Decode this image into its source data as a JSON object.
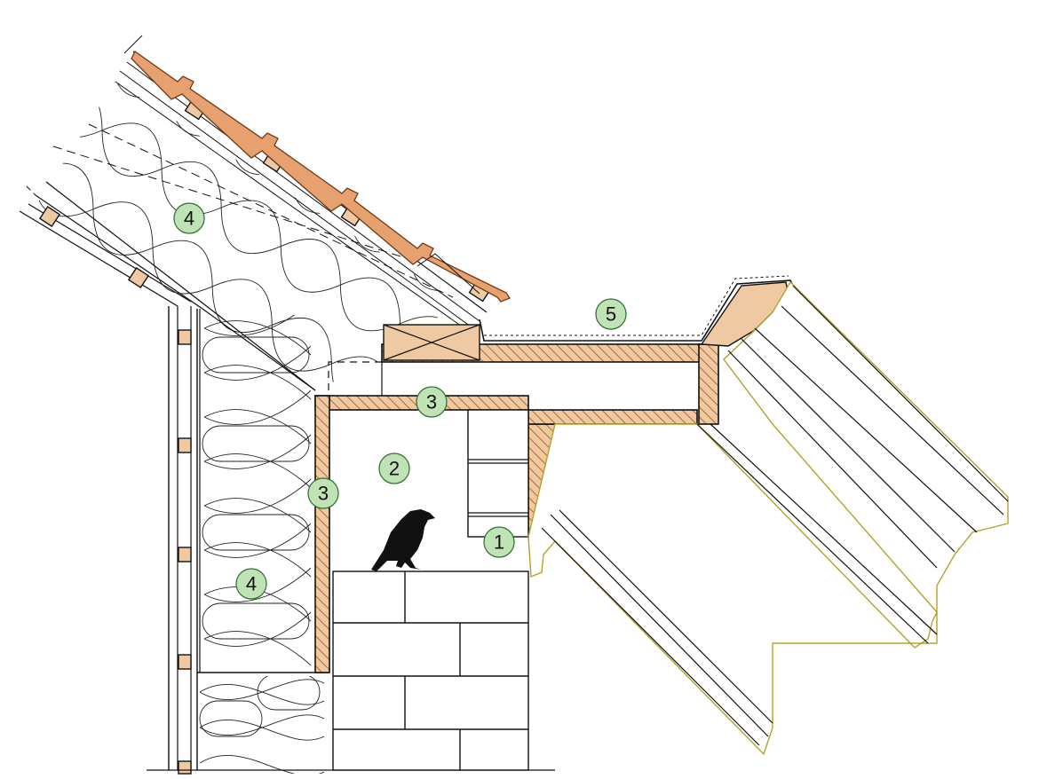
{
  "diagram": {
    "colors": {
      "timber_hatch": "#c98a52",
      "timber_fill": "#efc9a2",
      "roof_tile": "#e7a16f",
      "callout_fill": "#bfe3b4",
      "moulding_line": "#b5a12a"
    },
    "callouts": [
      {
        "label": "1"
      },
      {
        "label": "2"
      },
      {
        "label": "3"
      },
      {
        "label": "3"
      },
      {
        "label": "4"
      },
      {
        "label": "4"
      },
      {
        "label": "5"
      }
    ],
    "icons": [
      "bird-silhouette-icon"
    ]
  }
}
